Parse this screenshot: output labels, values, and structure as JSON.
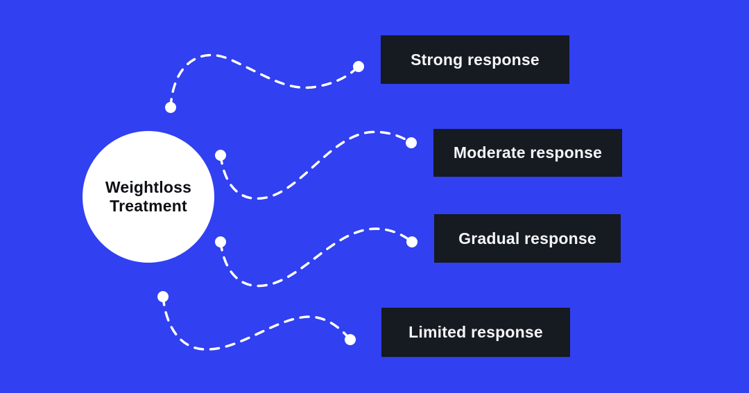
{
  "colors": {
    "background": "#3140f0",
    "box_background": "#161a21",
    "box_text": "#f4f5f7",
    "hub_background": "#ffffff",
    "hub_text": "#0d0f14",
    "connector": "#ffffff"
  },
  "hub": {
    "label": "Weightloss Treatment",
    "label_line1": "Weightloss",
    "label_line2": "Treatment"
  },
  "responses": [
    {
      "label": "Strong response"
    },
    {
      "label": "Moderate response"
    },
    {
      "label": "Gradual response"
    },
    {
      "label": "Limited response"
    }
  ]
}
